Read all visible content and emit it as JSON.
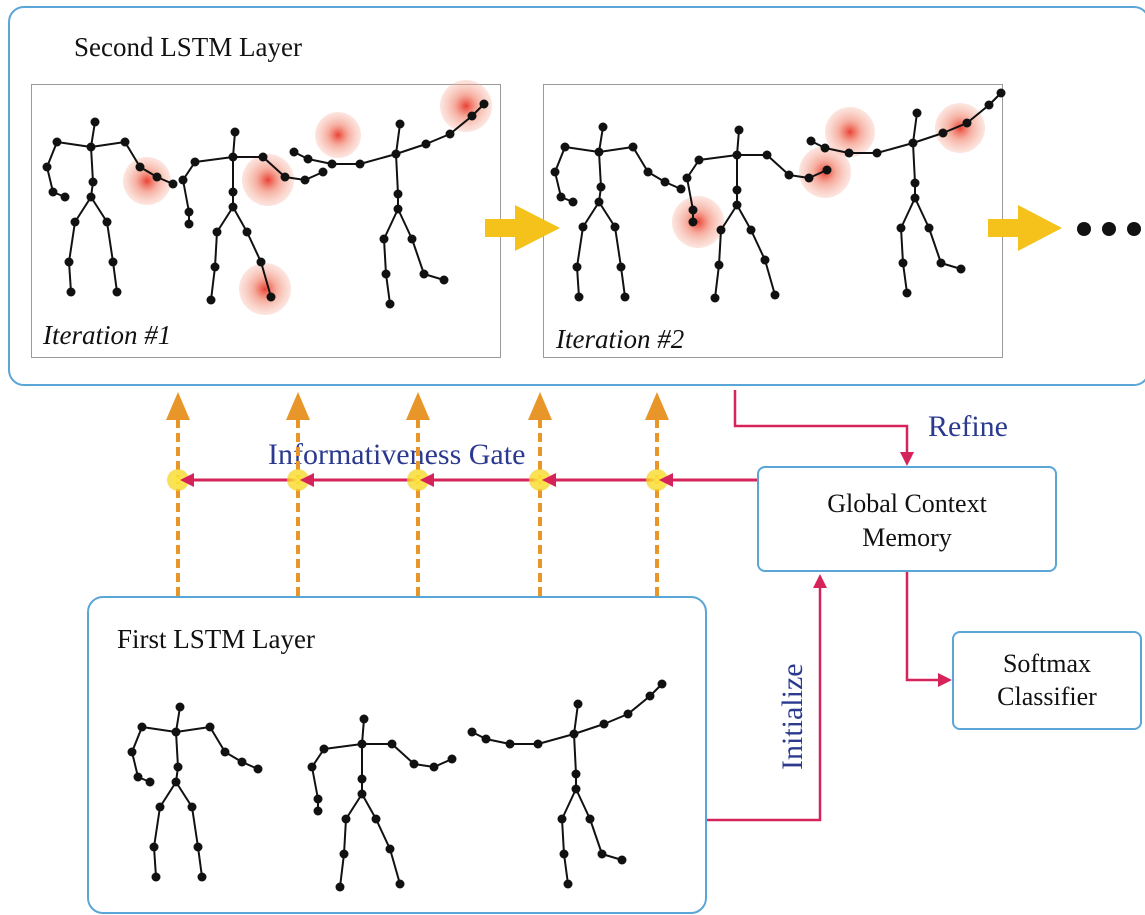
{
  "second_layer": {
    "title": "Second LSTM Layer",
    "iteration1": "Iteration #1",
    "iteration2": "Iteration #2"
  },
  "first_layer": {
    "title": "First LSTM Layer"
  },
  "gate_label": "Informativeness Gate",
  "refine_label": "Refine",
  "initialize_label": "Initialize",
  "gcm": {
    "line1": "Global Context",
    "line2": "Memory"
  },
  "softmax": {
    "line1": "Softmax",
    "line2": "Classifier"
  },
  "colors": {
    "box_border": "#5aa6d6",
    "gate_arrow": "#e8962a",
    "flow_arrow": "#d6235a",
    "attention": "#e8382a",
    "text_blue": "#2b3a8f",
    "big_arrow": "#f5c21b"
  }
}
